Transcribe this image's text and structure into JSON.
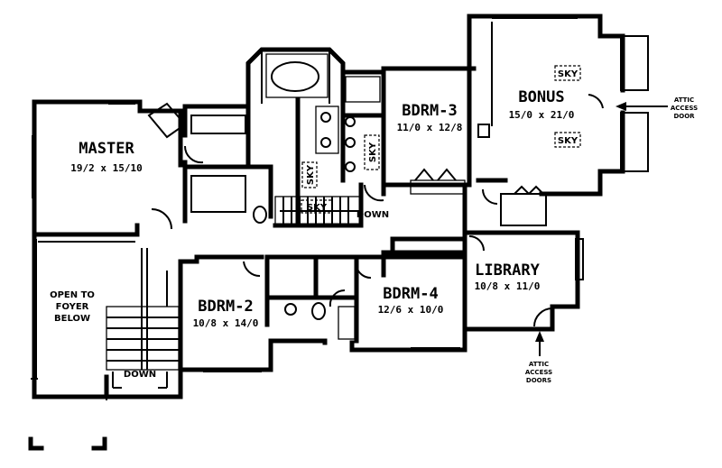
{
  "rooms": {
    "master": {
      "name": "MASTER",
      "dims": "19/2 x 15/10"
    },
    "bdrm3": {
      "name": "BDRM-3",
      "dims": "11/0 x 12/8"
    },
    "bonus": {
      "name": "BONUS",
      "dims": "15/0 x 21/0"
    },
    "bdrm2": {
      "name": "BDRM-2",
      "dims": "10/8 x 14/0"
    },
    "bdrm4": {
      "name": "BDRM-4",
      "dims": "12/6 x 10/0"
    },
    "library": {
      "name": "LIBRARY",
      "dims": "10/8 x 11/0"
    }
  },
  "open_to_foyer": [
    "OPEN TO",
    "FOYER",
    "BELOW"
  ],
  "stairs": {
    "down_upper": "DOWN",
    "down_lower": "DOWN"
  },
  "skylights": [
    "SKY",
    "SKY",
    "SKY",
    "SKY",
    "SKY"
  ],
  "attic_access_door": [
    "ATTIC",
    "ACCESS",
    "DOOR"
  ],
  "attic_access_doors": [
    "ATTIC",
    "ACCESS",
    "DOORS"
  ]
}
